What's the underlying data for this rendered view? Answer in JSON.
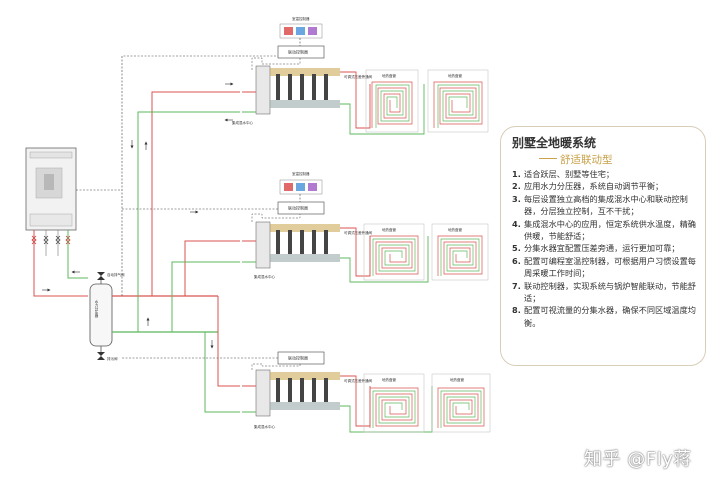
{
  "panel": {
    "title": "别墅全地暖系统",
    "subtitle": "舒适联动型",
    "features": [
      {
        "num": "1.",
        "text": "适合跃层、别墅等住宅；"
      },
      {
        "num": "2.",
        "text": "应用水力分压器，系统自动调节平衡；"
      },
      {
        "num": "3.",
        "text": "每层设置独立高档的集成混水中心和联动控制器，分层独立控制，互不干扰；"
      },
      {
        "num": "4.",
        "text": "集成混水中心的应用，恒定系统供水温度，精确供暖，节能舒适；"
      },
      {
        "num": "5.",
        "text": "分集水器宜配置压差旁通，运行更加可靠；"
      },
      {
        "num": "6.",
        "text": "配置可编程室温控制器，可根据用户习惯设置每周采暖工作时间；"
      },
      {
        "num": "7.",
        "text": "联动控制器，实现系统与锅炉智能联动，节能舒适；"
      },
      {
        "num": "8.",
        "text": "配置可视流量的分集水器，确保不同区域温度均衡。"
      }
    ]
  },
  "watermark": "知乎 @Fly蒋",
  "floors": [
    {
      "thermostat_label": "室温控制器",
      "controller_label": "联动控制器",
      "mixing_center_label": "集成混水中心",
      "bypass_label": "可调式压差旁通阀",
      "room1_label": "地热盘管",
      "room2_label": "地热盘管"
    },
    {
      "thermostat_label": "室温控制器",
      "controller_label": "联动控制器",
      "mixing_center_label": "集成混水中心",
      "bypass_label": "可调式压差旁通阀",
      "room1_label": "地热盘管",
      "room2_label": "地热盘管"
    },
    {
      "thermostat_label": "",
      "controller_label": "联动控制器",
      "mixing_center_label": "集成混水中心",
      "bypass_label": "可调式压差旁通阀",
      "room1_label": "地热盘管",
      "room2_label": "地热盘管"
    }
  ],
  "separator": {
    "vent_label": "自动排气阀",
    "body_label": "水力分压器",
    "drain_label": "排污阀"
  },
  "colors": {
    "supply": "#d9534f",
    "return": "#5cb85c",
    "control": "#333333",
    "accent": "#c9a24a",
    "thermostat_red": "#e06a6a",
    "thermostat_blue": "#6aa6e0",
    "thermostat_purple": "#b07ad0"
  }
}
